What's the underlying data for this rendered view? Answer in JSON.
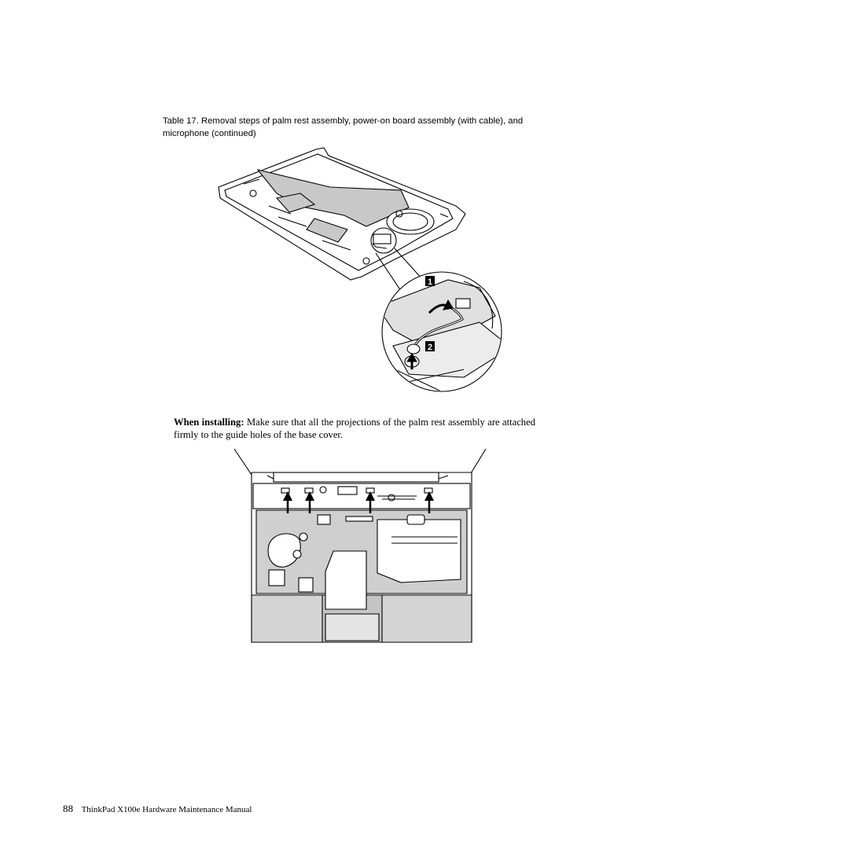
{
  "caption": {
    "line1": "Table 17. Removal steps of palm rest assembly, power-on board assembly (with cable), and",
    "line2": "microphone  (continued)"
  },
  "figure_top": {
    "callouts": [
      "1",
      "2"
    ]
  },
  "install_note": {
    "label": "When installing:",
    "text": " Make sure that all the projections of the palm rest assembly are attached firmly to the guide holes of the base cover."
  },
  "footer": {
    "page_number": "88",
    "title": "ThinkPad X100e Hardware Maintenance Manual"
  }
}
